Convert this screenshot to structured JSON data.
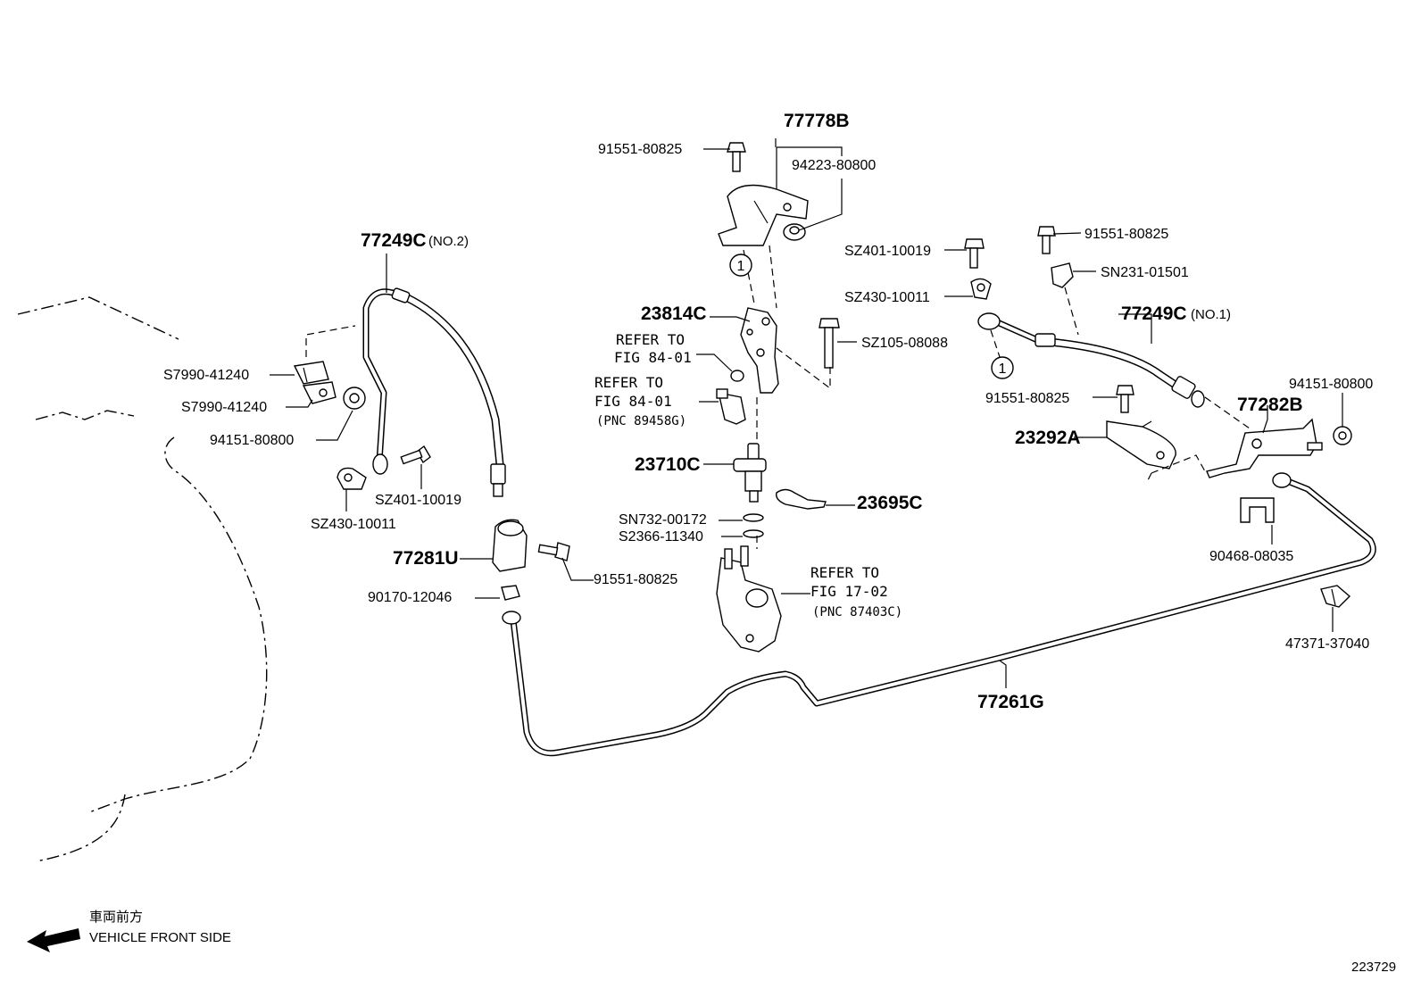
{
  "parts": {
    "p77778B": "77778B",
    "p91551_top": "91551-80825",
    "p94223": "94223-80800",
    "p77249C_no2": "77249C",
    "no2": "(NO.2)",
    "pS7990_a": "S7990-41240",
    "pS7990_b": "S7990-41240",
    "p94151_left": "94151-80800",
    "pSZ430_left": "SZ430-10011",
    "pSZ401_left": "SZ401-10019",
    "p77281U": "77281U",
    "p91551_mid": "91551-80825",
    "p90170": "90170-12046",
    "p23814C": "23814C",
    "p23710C": "23710C",
    "pSN732": "SN732-00172",
    "pS2366": "S2366-11340",
    "p23695C": "23695C",
    "pSZ401_right": "SZ401-10019",
    "pSZ430_right": "SZ430-10011",
    "pSZ105": "SZ105-08088",
    "p91551_tr": "91551-80825",
    "pSN231": "SN231-01501",
    "p77249C_no1": "77249C",
    "no1": "(NO.1)",
    "p91551_r": "91551-80825",
    "p23292A": "23292A",
    "p77282B": "77282B",
    "p94151_right": "94151-80800",
    "p90468": "90468-08035",
    "p47371": "47371-37040",
    "p77261G": "77261G"
  },
  "refs": {
    "ref1_line1": "REFER TO",
    "ref1_line2": "FIG 84-01",
    "ref2_line1": "REFER TO",
    "ref2_line2": "FIG 84-01",
    "ref2_pnc": "(PNC 89458G)",
    "ref3_line1": "REFER TO",
    "ref3_line2": "FIG 17-02",
    "ref3_pnc": "(PNC 87403C)"
  },
  "callouts": {
    "circle_a": "1",
    "circle_b": "1"
  },
  "footer": {
    "direction_jp": "車両前方",
    "direction_en": "VEHICLE FRONT SIDE",
    "figure_id": "223729"
  }
}
